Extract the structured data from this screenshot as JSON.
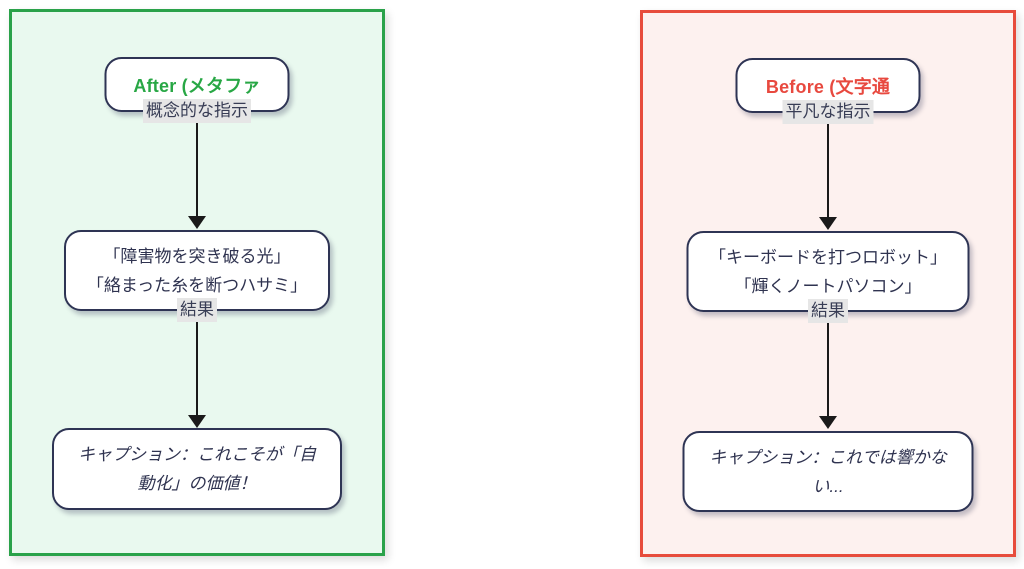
{
  "figure": {
    "type": "flowchart-comparison",
    "background": "#ffffff",
    "edge_color": "#1a1a1a",
    "node_fill": "#ffffff",
    "node_border_color": "#2e3454",
    "node_text_color": "#2f3350",
    "edge_label_bg": "#e6e6e6"
  },
  "panels": [
    {
      "name": "after",
      "accent": "#28a745",
      "panel_border": "#2aa24a",
      "panel_bg": "#e9f9ef",
      "title": "After (メタファ",
      "edge1_label": "概念的な指示",
      "result_lines": [
        "「障害物を突き破る光」",
        "「絡まった糸を断つハサミ」"
      ],
      "edge2_label": "結果",
      "caption_lines": [
        "キャプション：これこそが「自",
        "動化」の価値！"
      ]
    },
    {
      "name": "before",
      "accent": "#e8493f",
      "panel_border": "#e74c3c",
      "panel_bg": "#fdf1ef",
      "title": "Before (文字通",
      "edge1_label": "平凡な指示",
      "result_lines": [
        "「キーボードを打つロボット」",
        "「輝くノートパソコン」"
      ],
      "edge2_label": "結果",
      "caption_lines": [
        "キャプション：これでは響かな",
        "い..."
      ]
    }
  ]
}
